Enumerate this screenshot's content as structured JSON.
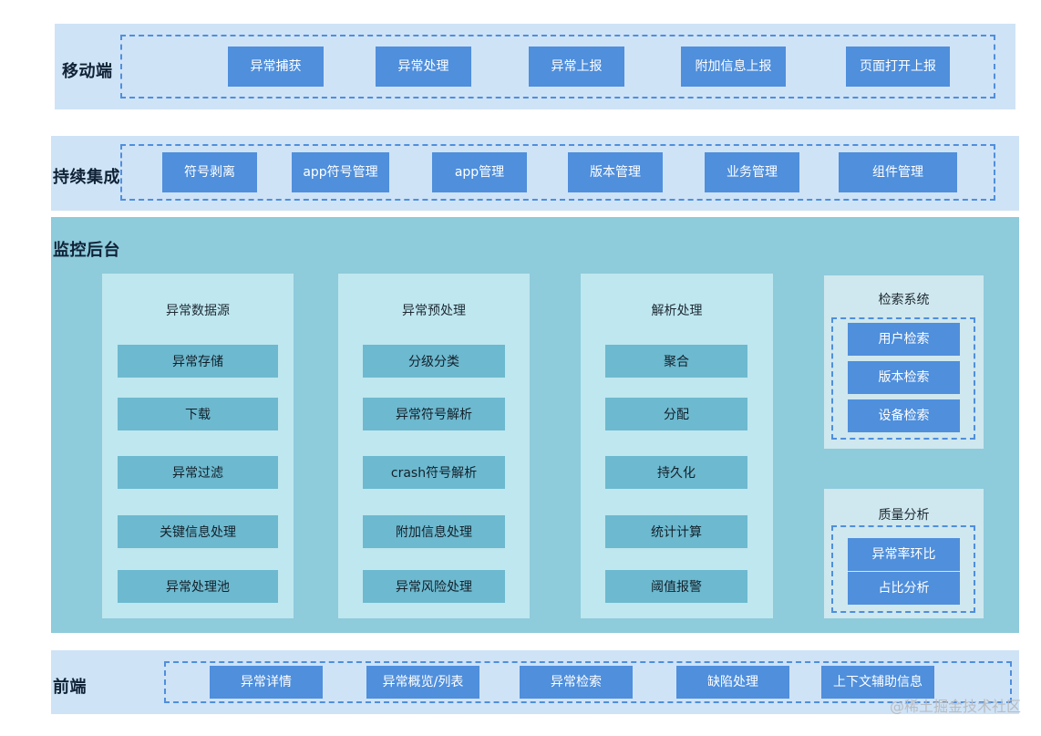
{
  "mobile": {
    "title": "移动端",
    "items": [
      "异常捕获",
      "异常处理",
      "异常上报",
      "附加信息上报",
      "页面打开上报"
    ]
  },
  "ci": {
    "title": "持续集成",
    "items": [
      "符号剥离",
      "app符号管理",
      "app管理",
      "版本管理",
      "业务管理",
      "组件管理"
    ]
  },
  "monitor": {
    "title": "监控后台",
    "columns": [
      {
        "title": "异常数据源",
        "items": [
          "异常存储",
          "下载",
          "异常过滤",
          "关键信息处理",
          "异常处理池"
        ]
      },
      {
        "title": "异常预处理",
        "items": [
          "分级分类",
          "异常符号解析",
          "crash符号解析",
          "附加信息处理",
          "异常风险处理"
        ]
      },
      {
        "title": "解析处理",
        "items": [
          "聚合",
          "分配",
          "持久化",
          "统计计算",
          "阈值报警"
        ]
      }
    ],
    "search": {
      "title": "检索系统",
      "items": [
        "用户检索",
        "版本检索",
        "设备检索"
      ]
    },
    "quality": {
      "title": "质量分析",
      "items": [
        "异常率环比",
        "占比分析"
      ]
    }
  },
  "frontend": {
    "title": "前端",
    "items": [
      "异常详情",
      "异常概览/列表",
      "异常检索",
      "缺陷处理",
      "上下文辅助信息"
    ]
  },
  "watermark": "@稀土掘金技术社区",
  "colors": {
    "band": "#cfe3f7",
    "button": "#4f8fdc",
    "monitor_bg": "#8ecbdb",
    "column_bg": "#bfe7ef",
    "teal_button": "#6db9cf"
  }
}
